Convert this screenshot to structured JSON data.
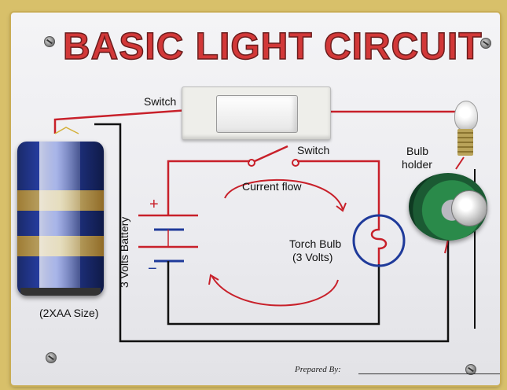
{
  "title": "BASIC LIGHT CIRCUIT",
  "labels": {
    "switch_top": "Switch",
    "switch_diagram": "Switch",
    "current_flow": "Current flow",
    "bulb_holder_1": "Bulb",
    "bulb_holder_2": "holder",
    "torch_bulb_1": "Torch Bulb",
    "torch_bulb_2": "(3 Volts)",
    "battery_voltage": "3 Volts Battery",
    "battery_size": "(2XAA Size)",
    "prepared_by": "Prepared By:"
  },
  "icons": [
    "screw-icon",
    "battery-icon",
    "rocker-switch-icon",
    "bulb-icon",
    "bulb-holder-icon",
    "switch-symbol-icon",
    "coil-filament-icon"
  ],
  "colors": {
    "title_red": "#d23838",
    "wire_red": "#c8202a",
    "wire_black": "#111111",
    "symbol_blue": "#1f3a9a",
    "board": "#f0f0f3",
    "frame": "#d8c06a"
  }
}
